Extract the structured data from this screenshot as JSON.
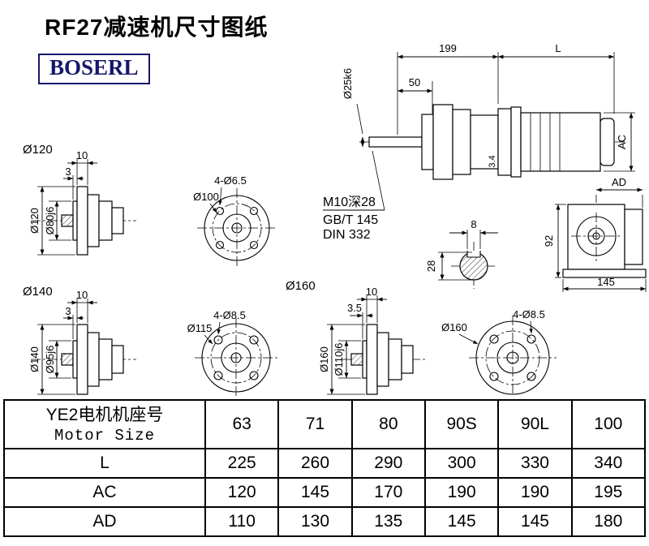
{
  "page": {
    "title": "RF27减速机尺寸图纸",
    "logo": "BOSERL"
  },
  "drawings": {
    "main": {
      "dim_199": "199",
      "dim_L": "L",
      "dim_50": "50",
      "dim_shaft": "Ø25k6",
      "dim_AC": "AC",
      "dim_3_4": "3.4",
      "note1": "M10深28",
      "note2": "GB/T 145",
      "note3": "DIN 332"
    },
    "flange120": {
      "label": "Ø120",
      "dim_10": "10",
      "dim_3": "3",
      "dim_outer": "Ø120",
      "dim_spigot": "Ø80j6"
    },
    "front100": {
      "holes": "4-Ø6.5",
      "dim": "Ø100"
    },
    "shaft_section": {
      "dim_8": "8",
      "dim_28": "28"
    },
    "side_view": {
      "dim_AD": "AD",
      "dim_92": "92",
      "dim_145": "145"
    },
    "flange140": {
      "label": "Ø140",
      "dim_10": "10",
      "dim_3": "3",
      "dim_outer": "Ø140",
      "dim_spigot": "Ø95j6"
    },
    "front115": {
      "holes": "4-Ø8.5",
      "dim": "Ø115"
    },
    "flange160": {
      "label": "Ø160",
      "dim_10": "10",
      "dim_3_5": "3.5",
      "dim_outer": "Ø160",
      "dim_spigot": "Ø110j6"
    },
    "front160": {
      "dim": "Ø160",
      "holes": "4-Ø8.5"
    }
  },
  "table": {
    "header_cn": "YE2电机机座号",
    "header_en": "Motor Size",
    "columns": [
      "63",
      "71",
      "80",
      "90S",
      "90L",
      "100"
    ],
    "rows": [
      {
        "label": "L",
        "values": [
          "225",
          "260",
          "290",
          "300",
          "330",
          "340"
        ]
      },
      {
        "label": "AC",
        "values": [
          "120",
          "145",
          "170",
          "190",
          "190",
          "195"
        ]
      },
      {
        "label": "AD",
        "values": [
          "110",
          "130",
          "135",
          "145",
          "145",
          "180"
        ]
      }
    ]
  }
}
